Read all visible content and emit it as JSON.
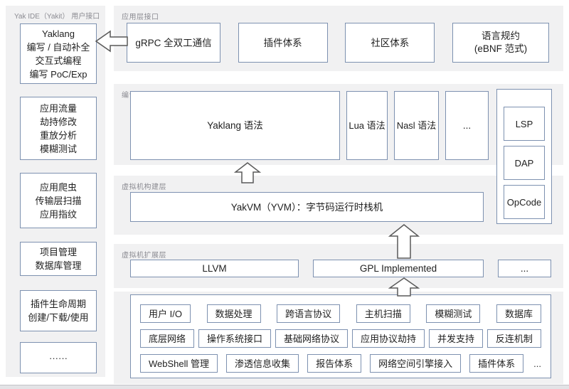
{
  "colors": {
    "box_border": "#7d91b0",
    "panel_bg": "#f1f1f2",
    "label_text": "#8b8b92",
    "arrow_stroke": "#595959"
  },
  "sidebar": {
    "title": "Yak IDE（Yakit） 用户接口",
    "boxes": [
      "Yaklang\n编写 / 自动补全\n交互式编程\n编写 PoC/Exp",
      "应用流量\n劫持修改\n重放分析\n模糊测试",
      "应用爬虫\n传输层扫描\n应用指纹",
      "项目管理\n数据库管理",
      "插件生命周期\n创建/下载/使用",
      "······"
    ]
  },
  "layers": {
    "app": {
      "label": "应用层接口",
      "boxes": [
        "gRPC 全双工通信",
        "插件体系",
        "社区体系",
        "语言规约\n(eBNF 范式)"
      ]
    },
    "compiler": {
      "label": "编译器前端",
      "main": "Yaklang 语法",
      "others": [
        "Lua 语法",
        "Nasl 语法",
        "..."
      ]
    },
    "protocols": {
      "items": [
        "LSP",
        "DAP",
        "OpCode"
      ]
    },
    "vm": {
      "label": "虚拟机构建层",
      "box": "YakVM（YVM）：字节码运行时栈机"
    },
    "ext": {
      "label": "虚拟机扩展层",
      "boxes": [
        "LLVM",
        "GPL Implemented",
        "..."
      ]
    },
    "capabilities": {
      "rows": [
        [
          "用户 I/O",
          "数据处理",
          "跨语言协议",
          "主机扫描",
          "模糊测试",
          "数据库"
        ],
        [
          "底层网络",
          "操作系统接口",
          "基础网络协议",
          "应用协议劫持",
          "并发支持",
          "反连机制"
        ],
        [
          "WebShell 管理",
          "渗透信息收集",
          "报告体系",
          "网络空间引擎接入",
          "插件体系"
        ]
      ],
      "more": "..."
    }
  }
}
